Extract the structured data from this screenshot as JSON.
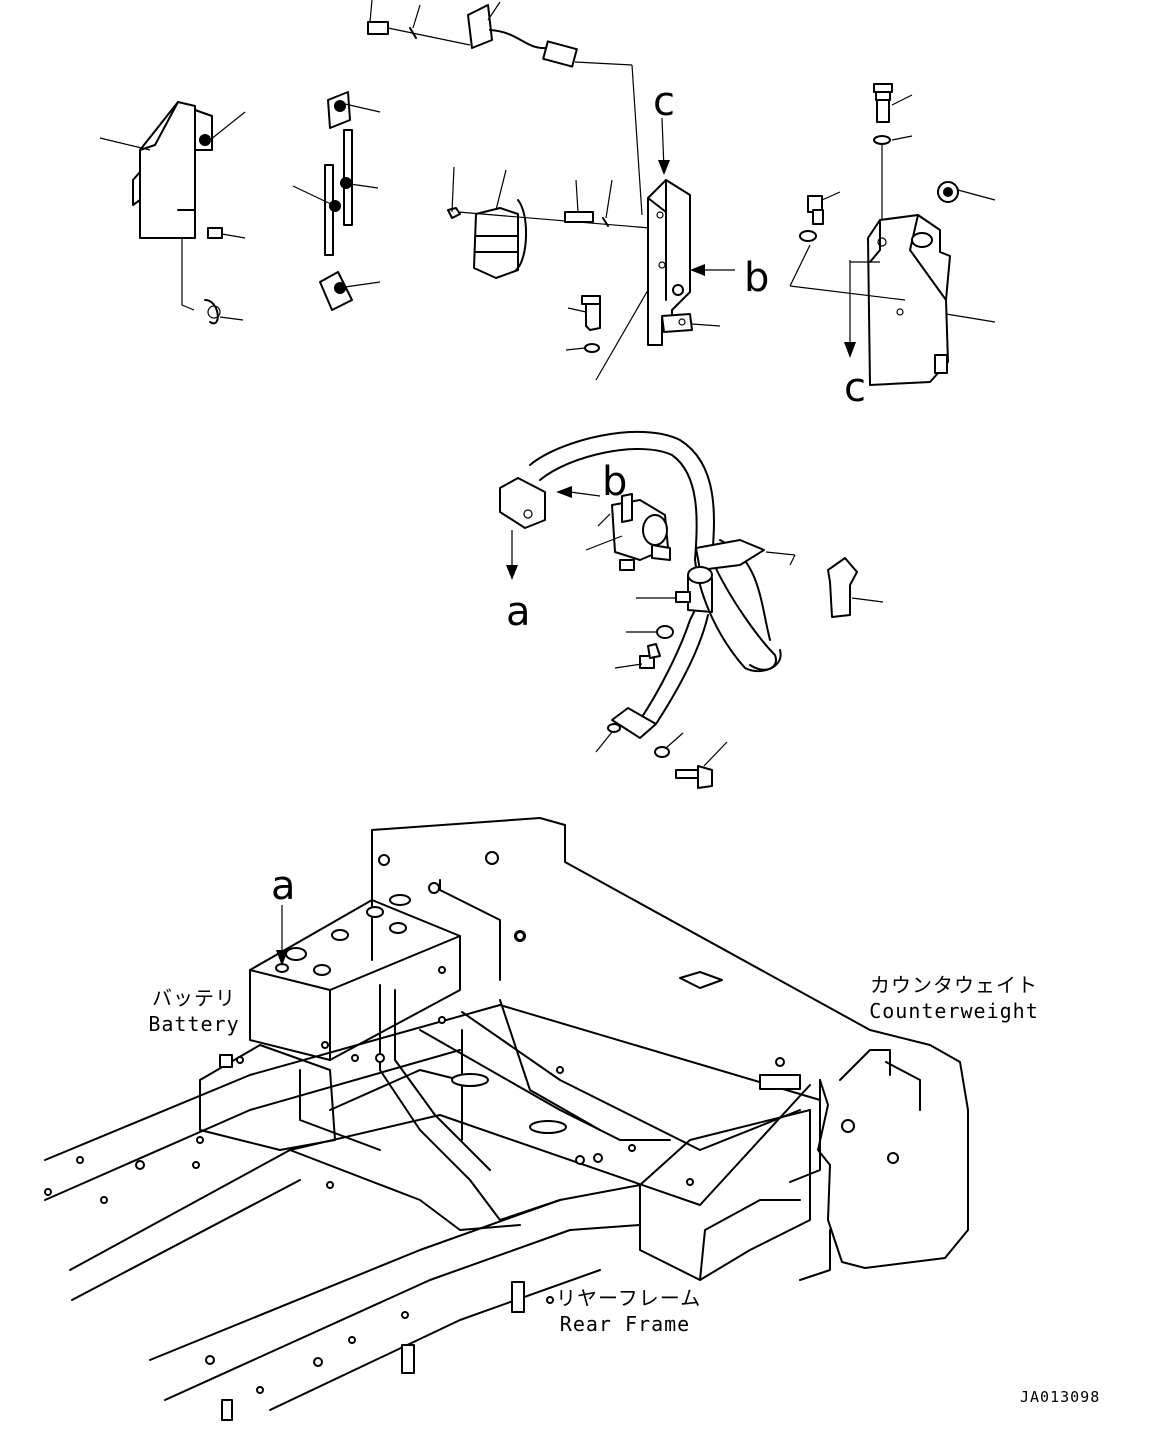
{
  "callouts": {
    "c_top": "c",
    "b_right": "b",
    "c_bottom": "c",
    "b_mid": "b",
    "a_mid": "a",
    "a_battery": "a"
  },
  "captions": {
    "battery_jp": "バッテリ",
    "battery_en": "Battery",
    "counterweight_jp": "カウンタウェイト",
    "counterweight_en": "Counterweight",
    "rear_frame_jp": "リヤーフレーム",
    "rear_frame_en": "Rear Frame"
  },
  "drawing_code": "JA013098"
}
